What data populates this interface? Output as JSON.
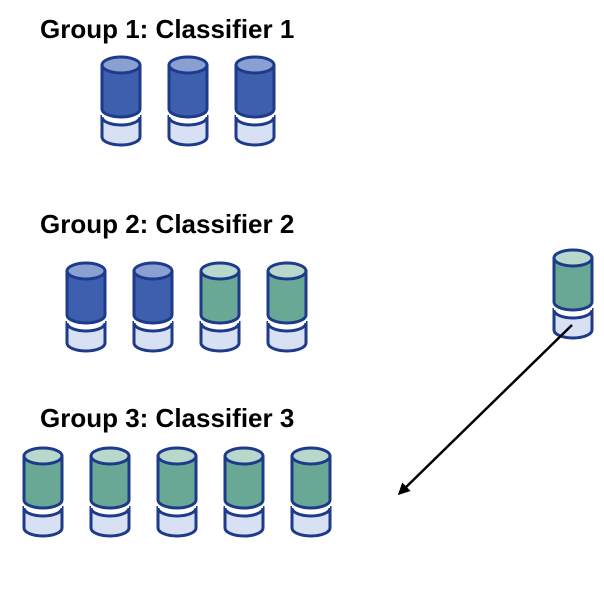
{
  "colors": {
    "blue_body": "#3d5fae",
    "blue_top": "#8aa0d2",
    "blue_stroke": "#1e3a8a",
    "green_body": "#6aa896",
    "green_top": "#b8d8cc",
    "green_stroke": "#1e3a8a",
    "base_fill": "#d8e0f4",
    "arrow": "#000000"
  },
  "groups": [
    {
      "title": "Group 1: Classifier 1",
      "items": [
        "blue",
        "blue",
        "blue"
      ]
    },
    {
      "title": "Group 2: Classifier 2",
      "items": [
        "blue",
        "blue",
        "green",
        "green"
      ]
    },
    {
      "title": "Group 3: Classifier 3",
      "items": [
        "green",
        "green",
        "green",
        "green",
        "green"
      ]
    }
  ],
  "incoming_item": "green"
}
